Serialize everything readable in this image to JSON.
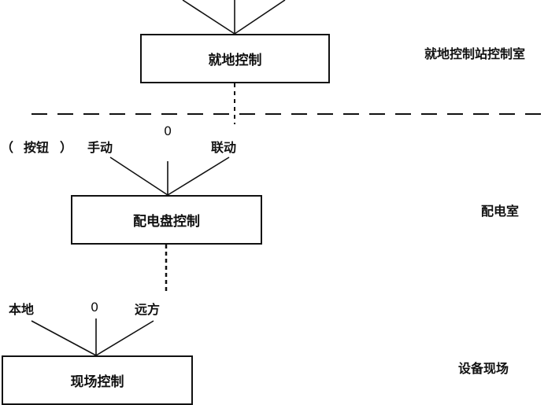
{
  "boxes": {
    "top": "就地控制",
    "middle": "配电盘控制",
    "bottom": "现场控制"
  },
  "rooms": {
    "top": "就地控制站控制室",
    "middle": "配电室",
    "bottom": "设备现场"
  },
  "switch_middle": {
    "paren_open": "（",
    "button": "按钮",
    "paren_close": "）",
    "left": "手动",
    "center": "0",
    "right": "联动"
  },
  "switch_bottom": {
    "left": "本地",
    "center": "0",
    "right": "远方"
  }
}
